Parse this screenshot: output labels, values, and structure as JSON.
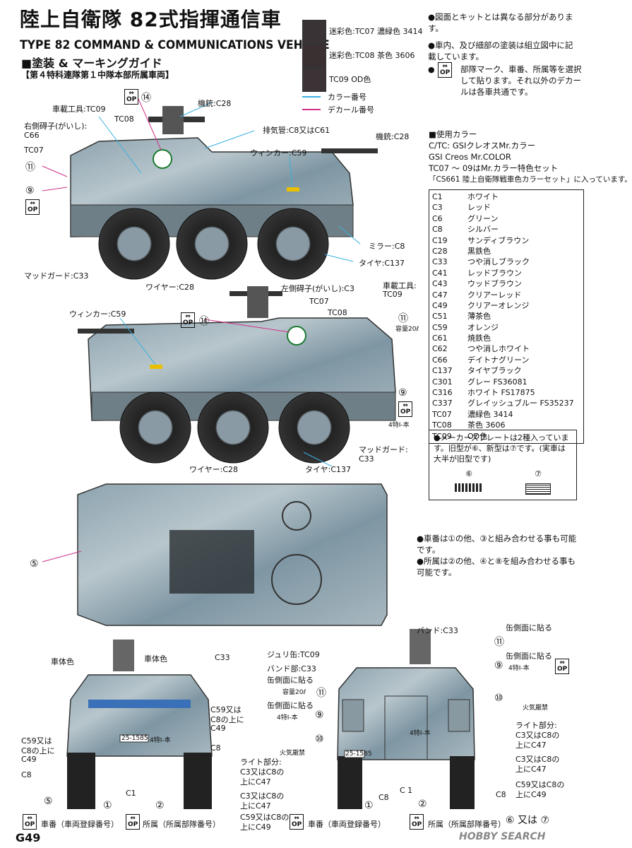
{
  "title": "陸上自衛隊 82式指揮通信車",
  "subtitle": "TYPE 82 COMMAND & COMMUNICATIONS VEHICLE",
  "guide_heading": "■塗装 & マーキングガイド",
  "unit_heading": "【第４特科連隊第１中隊本部所属車両】",
  "swatches": [
    {
      "label": "迷彩色:TC07 濃緑色 3414",
      "color": "#3a3336"
    },
    {
      "label": "迷彩色:TC08 茶色 3606",
      "color": "#3a2f31"
    },
    {
      "label": "TC09 OD色",
      "color": "#3b3335"
    }
  ],
  "legend": [
    {
      "label": "カラー番号",
      "color": "#3ab0e0"
    },
    {
      "label": "デカール番号",
      "color": "#d0308a"
    }
  ],
  "notes": {
    "n1": "●図面とキットとは異なる部分があります。",
    "n2": "●車内、及び細部の塗装は組立図中に記載しています。",
    "n3_op": "部隊マーク、車番、所属等を選択して貼ります。それ以外のデカールは各車共通です。"
  },
  "paint_heading": [
    "■使用カラー",
    "C/TC: GSIクレオスMr.カラー",
    "GSI Creos Mr.COLOR",
    "TC07 〜 09はMr.カラー特色セット",
    "「CS661 陸上自衛隊戦車色カラーセット」に入っています。"
  ],
  "paints": [
    {
      "code": "C1",
      "name": "ホワイト"
    },
    {
      "code": "C3",
      "name": "レッド"
    },
    {
      "code": "C6",
      "name": "グリーン"
    },
    {
      "code": "C8",
      "name": "シルバー"
    },
    {
      "code": "C19",
      "name": "サンディブラウン"
    },
    {
      "code": "C28",
      "name": "黒鉄色"
    },
    {
      "code": "C33",
      "name": "つや消しブラック"
    },
    {
      "code": "C41",
      "name": "レッドブラウン"
    },
    {
      "code": "C43",
      "name": "ウッドブラウン"
    },
    {
      "code": "C47",
      "name": "クリアーレッド"
    },
    {
      "code": "C49",
      "name": "クリアーオレンジ"
    },
    {
      "code": "C51",
      "name": "薄茶色"
    },
    {
      "code": "C59",
      "name": "オレンジ"
    },
    {
      "code": "C61",
      "name": "焼鉄色"
    },
    {
      "code": "C62",
      "name": "つや消しホワイト"
    },
    {
      "code": "C66",
      "name": "デイトナグリーン"
    },
    {
      "code": "C137",
      "name": "タイヤブラック"
    },
    {
      "code": "C301",
      "name": "グレー FS36081"
    },
    {
      "code": "C316",
      "name": "ホワイト FS17875"
    },
    {
      "code": "C337",
      "name": "グレイッシュブルー FS35237"
    },
    {
      "code": "TC07",
      "name": "濃緑色 3414"
    },
    {
      "code": "TC08",
      "name": "茶色 3606"
    },
    {
      "code": "TC09",
      "name": "OD色"
    }
  ],
  "plate_note": "●メーカーズプレートは2種入っています。旧型が⑥、新型は⑦です。(実車は大半が旧型です)",
  "plate_labels": [
    "⑥",
    "⑦"
  ],
  "combo_notes": {
    "a": "●車番は①の他、③と組み合わせる事も可能です。",
    "b": "●所属は②の他、④と⑧を組み合わせる事も可能です。"
  },
  "side1_labels": {
    "gun1": "機銃:C28",
    "tools": "車載工具:TC09",
    "tc08": "TC08",
    "right_insulator": "右側碍子(がいし):",
    "c66": "C66",
    "tc07": "TC07",
    "exhaust": "排気管:C8又はC61",
    "gun2": "機銃:C28",
    "winker": "ウィンカー:C59",
    "mirror": "ミラー:C8",
    "tire": "タイヤ:C137",
    "wire": "ワイヤー:C28",
    "mudguard": "マッドガード:C33",
    "d14": "⑭",
    "d11": "⑪",
    "d9": "⑨"
  },
  "side2_labels": {
    "left_insulator": "左側碍子(がいし):C3",
    "tools": "車載工具:",
    "tools2": "TC09",
    "tc07": "TC07",
    "tc08": "TC08",
    "winker": "ウィンカー:C59",
    "d14": "⑭",
    "d11": "⑪",
    "capacity": "容量20ℓ",
    "d9": "⑨",
    "unit_mark": "4特Ⅰ-本",
    "mudguard": "マッドガード:",
    "c33": "C33",
    "wire": "ワイヤー:C28",
    "tire": "タイヤ:C137"
  },
  "top_labels": {
    "d5": "⑤"
  },
  "front_labels": {
    "body1": "車体色",
    "body2": "車体色",
    "c33": "C33",
    "c59a": "C59又は",
    "c59a2": "C8の上に",
    "c59a3": "C49",
    "c59b": "C59又は",
    "c59b2": "C8の上に",
    "c59b3": "C49",
    "c8a": "C8",
    "c8b": "C8",
    "c1": "C1",
    "plate": "25-1585",
    "plate_unit": "4特Ⅰ-本",
    "d5": "⑤",
    "d1": "①",
    "d2": "②",
    "num_label": "車番（車両登録番号）",
    "unit_label": "所属（所属部隊番号）"
  },
  "rear_labels": {
    "band": "バンド:C33",
    "jerry": "ジュリ缶:TC09",
    "band2": "バンド部:C33",
    "can_side": "缶側面に貼る",
    "capacity": "容量20ℓ",
    "d11": "⑪",
    "can_side2": "缶側面に貼る",
    "d9": "⑨",
    "unit_mark": "4特Ⅰ-本",
    "d10": "⑩",
    "fire": "火気厳禁",
    "light1": "ライト部分:",
    "light1b": "C3又はC8の",
    "light1c": "上にC47",
    "light2": "C3又はC8の",
    "light2b": "上にC47",
    "light3": "C59又はC8の",
    "light3b": "上にC49",
    "plate": "25-1585",
    "rear_unit": "4特Ⅰ-本",
    "c1": "C 1",
    "c8": "C8",
    "d1": "①",
    "d2": "②",
    "right_can": "缶側面に貼る",
    "right_d11": "⑪",
    "right_can2": "缶側面に貼る",
    "right_d9": "⑨",
    "right_unit": "4特Ⅰ-本",
    "right_d10": "⑩",
    "right_fire": "火気厳禁",
    "r_light1": "ライト部分:",
    "r_light1b": "C3又はC8の",
    "r_light1c": "上にC47",
    "r_light2": "C3又はC8の",
    "r_light2b": "上にC47",
    "r_c8": "C8",
    "r_light3": "C59又はC8の",
    "r_light3b": "上にC49",
    "d6or7": "⑥ 又は ⑦",
    "num_label": "車番（車両登録番号）",
    "unit_label": "所属（所属部隊番号）"
  },
  "op_text": "OP",
  "page": "G49",
  "watermark": "HOBBY SEARCH"
}
